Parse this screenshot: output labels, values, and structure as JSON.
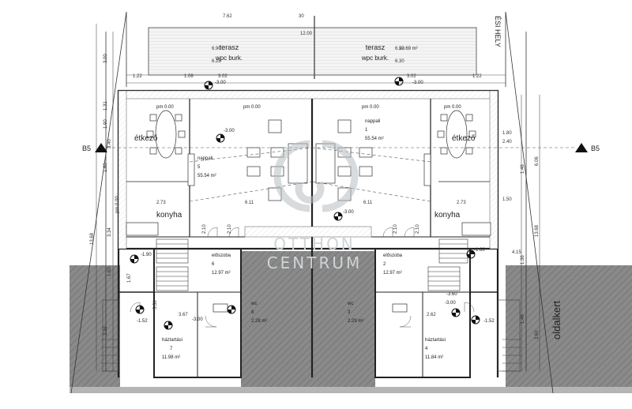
{
  "plan": {
    "terrace_left": "terasz",
    "terrace_right": "terasz",
    "terrace_floor_left": "wpc burk.",
    "terrace_floor_right": "wpc burk.",
    "terrace_area_right": "22.69 m²",
    "parking_label": "ÉSI HELY",
    "side_garden": "oldalkert",
    "section_left": "B5",
    "section_right": "B5",
    "pm_labels": [
      "pm 0.00",
      "pm 0.00",
      "pm 0.00",
      "pm 0.00",
      "pm 0.00"
    ],
    "rooms": {
      "living_left": {
        "name": "nappali",
        "num": "5",
        "area": "55.54 m²"
      },
      "living_right": {
        "name": "nappali",
        "num": "1",
        "area": "55.54 m²"
      },
      "dining_left": "étkező",
      "dining_right": "étkező",
      "kitchen_left": "konyha",
      "kitchen_right": "konyha",
      "hall_left": {
        "name": "előszoba",
        "num": "6",
        "area": "12.97 m²"
      },
      "hall_right": {
        "name": "előszoba",
        "num": "2",
        "area": "12.97 m²"
      },
      "wc_left": {
        "name": "wc",
        "num": "8",
        "area": "2.28 m²"
      },
      "wc_right": {
        "name": "wc",
        "num": "3",
        "area": "2.29 m²"
      },
      "utility_left": {
        "name": "háztartási",
        "num": "7",
        "area": "11.98 m²"
      },
      "utility_right": {
        "name": "háztartási",
        "num": "4",
        "area": "11.84 m²"
      }
    },
    "levels": [
      "-3.00",
      "-1.90",
      "-3.00",
      "-3.00",
      "-1.60",
      "-3.00",
      "-3.00",
      "-3.60",
      "-1.52",
      "-1.52",
      "-3.00"
    ],
    "dims_top": [
      "7.62",
      "30",
      "12.00",
      "6.90",
      "6.90",
      "6.28",
      "6.30",
      "1.22",
      "1.08",
      "3.02",
      "3.02",
      "1.22"
    ],
    "dims_mid": [
      "2.73",
      "6.11",
      "6.11",
      "2.73",
      "2.10",
      "2.10",
      "2.10",
      "2.10",
      "3.67",
      "2.62"
    ],
    "dims_left": [
      "3.00",
      "1.31",
      "1.90",
      "3.40",
      "1.60",
      "13.68",
      "3.34",
      "1.60",
      "1.67",
      "5.50",
      "3.36"
    ],
    "dims_right": [
      "1.80",
      "2.40",
      "6.06",
      "1.46",
      "1.50",
      "13.68",
      "4.15",
      "1.36",
      "1.46",
      "3.60"
    ],
    "watermark_line1": "OTTHON",
    "watermark_line2": "CENTRUM"
  }
}
